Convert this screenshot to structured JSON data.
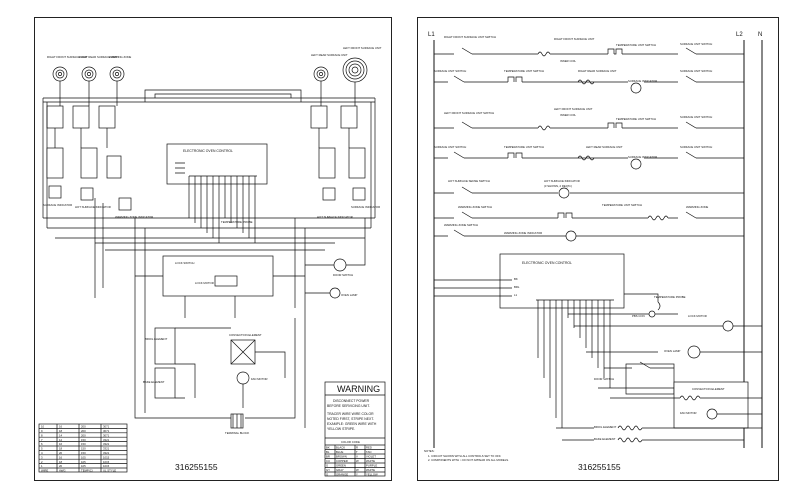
{
  "left_sheet": {
    "part_number": "316255155",
    "burners": [
      "RIGHT FRONT SURFACE UNIT",
      "RIGHT REAR SURFACE UNIT",
      "WARMING ZONE",
      "LEFT REAR SURFACE UNIT",
      "LEFT FRONT SURFACE UNIT"
    ],
    "labels": {
      "control": "ELECTRONIC OVEN CONTROL",
      "surface_indicator": "SURFACE INDICATOR",
      "hot_surface_indicator": "HOT SURFACE INDICATOR",
      "warming_zone_indicator": "WARMING ZONE INDICATOR",
      "temperature_probe": "TEMPERATURE PROBE",
      "lock_switch": "LOCK SWITCH",
      "lock_motor": "LOCK MOTOR",
      "door_switch": "DOOR SWITCH",
      "oven_lamp": "OVEN LAMP",
      "convection_element": "CONVECTION ELEMENT",
      "broil_element": "BROIL ELEMENT",
      "bake_element": "BAKE ELEMENT",
      "fan_motor": "FAN MOTOR",
      "terminal_block": "TERMINAL BLOCK"
    },
    "warning": {
      "title": "WARNING",
      "line1": "DISCONNECT POWER",
      "line2": "BEFORE SERVICING UNIT.",
      "note1": "TRACER WIRE   WIRE COLOR",
      "note2": "NOTED FIRST, STRIPE NEXT.",
      "note3": "EXAMPLE: GREEN WIRE WITH",
      "note4": "YELLOW STRIPE."
    },
    "color_code": {
      "title": "COLOR CODE",
      "rows": [
        [
          "BK",
          "BLACK",
          "R",
          "RED"
        ],
        [
          "BL",
          "BLUE",
          "T",
          "TAN"
        ],
        [
          "BR",
          "BROWN",
          "V",
          "VIOLET"
        ],
        [
          "CU",
          "COPPER",
          "W",
          "WHITE"
        ],
        [
          "G",
          "GREEN",
          "",
          "PURPLE"
        ],
        [
          "GY",
          "GRAY",
          "W",
          "WHITE"
        ],
        [
          "O",
          "ORANGE",
          "Y",
          "YELLOW"
        ]
      ]
    },
    "wire_table": {
      "headers": [
        "WIRE",
        "AWG",
        "TEMP(C)",
        "UL STYLE"
      ],
      "rows": [
        [
          "10",
          "16",
          "200",
          "3071"
        ],
        [
          "9",
          "18",
          "200",
          "3071"
        ],
        [
          "8",
          "14",
          "200",
          "3071"
        ],
        [
          "7",
          "12",
          "150",
          "3321"
        ],
        [
          "6",
          "16",
          "150",
          "3321"
        ],
        [
          "5",
          "18",
          "150",
          "3321"
        ],
        [
          "4",
          "20",
          "150",
          "3321"
        ],
        [
          "3",
          "16",
          "105",
          "1015"
        ],
        [
          "2",
          "18",
          "105",
          "1015"
        ],
        [
          "1",
          "20",
          "105",
          "1015"
        ]
      ]
    }
  },
  "right_sheet": {
    "part_number": "316255155",
    "lines": {
      "l1": "L1",
      "l2": "L2",
      "n": "N"
    },
    "rungs": [
      {
        "left": "RIGHT FRONT SURFACE UNIT SWITCH",
        "mid": "RIGHT FRONT SURFACE UNIT",
        "mid2": "INNER COIL",
        "temp": "TEMPERATURE UNIT SWITCH",
        "right": "SURFACE UNIT SWITCH"
      },
      {
        "left": "SURFACE UNIT SWITCH",
        "mid": "TEMPERATURE UNIT SWITCH",
        "mid2": "RIGHT REAR SURFACE UNIT",
        "temp": "SURFACE INDICATOR",
        "right": "SURFACE UNIT SWITCH"
      },
      {
        "left": "LEFT FRONT SURFACE UNIT SWITCH",
        "mid": "LEFT FRONT SURFACE UNIT",
        "mid2": "INNER COIL",
        "temp": "TEMPERATURE UNIT SWITCH",
        "right": "SURFACE UNIT SWITCH"
      },
      {
        "left": "SURFACE UNIT SWITCH",
        "mid": "TEMPERATURE UNIT SWITCH",
        "mid2": "LEFT REAR SURFACE UNIT",
        "temp": "SURFACE INDICATOR",
        "right": "SURFACE UNIT SWITCH"
      },
      {
        "left": "HOT SURFACE SENSE SWITCH",
        "mid": "HOT SURFACE INDICATOR",
        "mid2": "(3 SHOWN, 2 REQ'D.)",
        "temp": "",
        "right": ""
      },
      {
        "left": "WARMING ZONE SWITCH",
        "mid": "TEMPERATURE UNIT SWITCH",
        "mid2": "",
        "temp": "WARMING ZONE",
        "right": ""
      },
      {
        "left": "WARMING ZONE SWITCH",
        "mid": "WARMING ZONE INDICATOR",
        "mid2": "",
        "temp": "",
        "right": ""
      }
    ],
    "control": {
      "title": "ELECTRONIC OVEN CONTROL",
      "pins": [
        "BK",
        "BRL",
        "L1"
      ],
      "probe": "TEMPERATURE PROBE"
    },
    "components": {
      "pbs_con": "PBS CON",
      "lock_motor": "LOCK MOTOR",
      "oven_lamp": "OVEN LAMP",
      "door_switch": "DOOR SWITCH",
      "convection_element": "CONVECTION ELEMENT",
      "fan_motor": "FAN MOTOR",
      "broil_element": "BROIL ELEMENT",
      "bake_element": "BAKE ELEMENT"
    },
    "notes": {
      "title": "NOTES:",
      "n1": "1. CIRCUIT SHOWN WITH ALL CONTROLS SET TO OFF.",
      "n2": "2. COMPONENTS WITH ○ DO NOT APPEAR ON ALL MODELS."
    }
  }
}
